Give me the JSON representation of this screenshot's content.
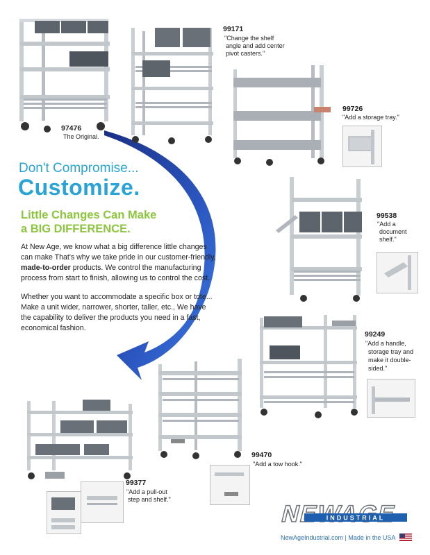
{
  "headline": {
    "dont": "Don't Compromise...",
    "customize": "Customize."
  },
  "subhead": {
    "line1": "Little Changes Can Make",
    "line2": "a BIG DIFFERENCE."
  },
  "body": {
    "p1_a": "At New Age, we know what a big difference little changes",
    "p1_b": "can make  That's why we take pride in our customer-friendly,",
    "p1_c_bold": "made-to-order",
    "p1_c_rest": " products.  We control the manufacturing",
    "p1_d": "process from start to finish, allowing us to control the cost.",
    "p2_a": "Whether you want to accommodate a specific box or tote...",
    "p2_b": "Make a unit wider, narrower, shorter, taller, etc., We have",
    "p2_c": "the capability to deliver the products you need in a fast,",
    "p2_d": "economical fashion."
  },
  "products": [
    {
      "code": "97476",
      "caption": [
        "The Original."
      ]
    },
    {
      "code": "99171",
      "caption": [
        "\"Change the shelf",
        "angle and add center",
        "pivot casters.\""
      ]
    },
    {
      "code": "99726",
      "caption": [
        "\"Add a storage tray.\""
      ]
    },
    {
      "code": "99538",
      "caption": [
        "\"Add a",
        "document",
        "shelf.\""
      ]
    },
    {
      "code": "99249",
      "caption": [
        "\"Add a handle,",
        "storage tray and",
        "make it double-",
        "sided.\""
      ]
    },
    {
      "code": "99470",
      "caption": [
        "\"Add a tow hook.\""
      ]
    },
    {
      "code": "99377",
      "caption": [
        "\"Add a pull-out",
        "step and shelf.\""
      ]
    }
  ],
  "brand": {
    "logo_word": "NEWAGE",
    "logo_sub": "INDUSTRIAL",
    "footer": "NewAgeIndustrial.com | Made in the USA",
    "flag_icon": "us-flag-icon"
  },
  "colors": {
    "blue_heading": "#2aa3d6",
    "green_heading": "#8cc63e",
    "arrow_blue": "#1f3f9a",
    "aluminum": "#c9ced3",
    "tote_gray": "#6a7077"
  }
}
